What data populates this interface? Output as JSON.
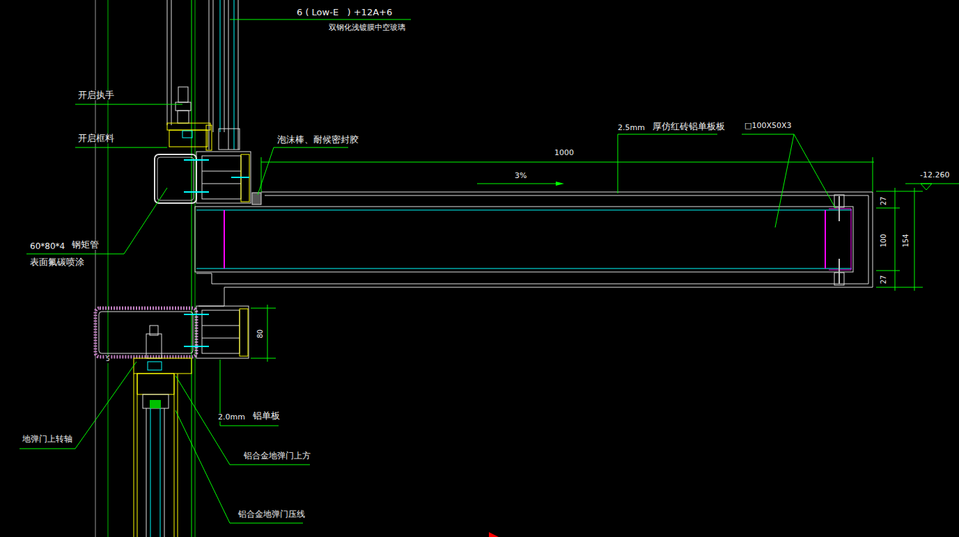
{
  "diagram": {
    "labels": [
      "6 ( Low-E   ) +12A+6",
      "双钢化浅镀膜中空玻璃",
      "开启执手",
      "开启框料",
      "泡沫棒、耐候密封胶",
      "2.5mm",
      "厚仿红砖铝单板板",
      "□100X50X3",
      "1000",
      "3%",
      "-12.260",
      "27",
      "100",
      "27",
      "154",
      "60*80*4",
      "钢矩管",
      "表面氟碳喷涂",
      "80",
      "5",
      "2.0mm",
      "铝单板",
      "地弹门上转轴",
      "铝合金地弹门上方",
      "铝合金地弹门压线"
    ]
  }
}
